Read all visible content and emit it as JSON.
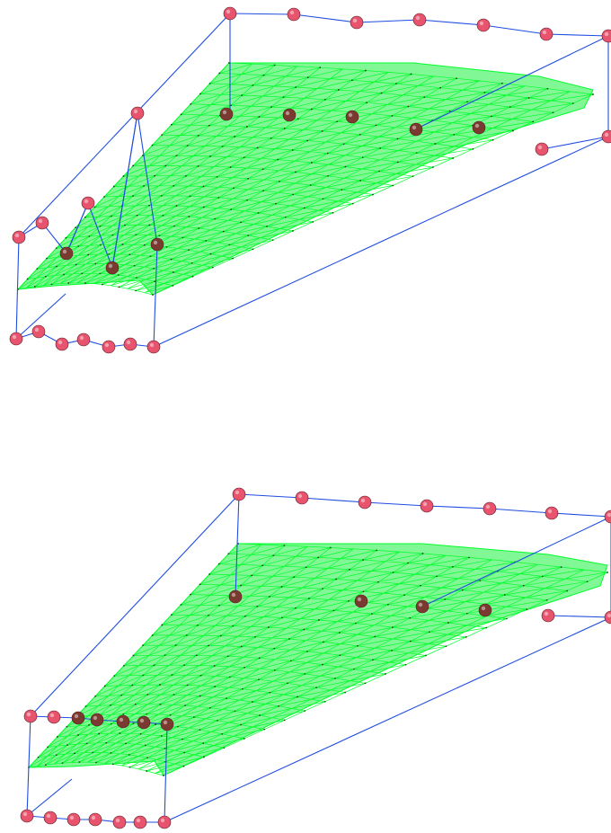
{
  "colors": {
    "background": "#ffffff",
    "mesh": "#00ff2a",
    "mesh_fill": "#19f13f",
    "mesh_node": "#0b3a10",
    "cage_line": "#1f4de0",
    "control_point": "#e8546e",
    "control_point_dark": "#7a3a30"
  },
  "figures": [
    {
      "id": "top",
      "description_name": "deformed-wing-lattice-top",
      "variant": "deformed"
    },
    {
      "id": "bottom",
      "description_name": "deformed-wing-lattice-bottom",
      "variant": "original"
    }
  ]
}
